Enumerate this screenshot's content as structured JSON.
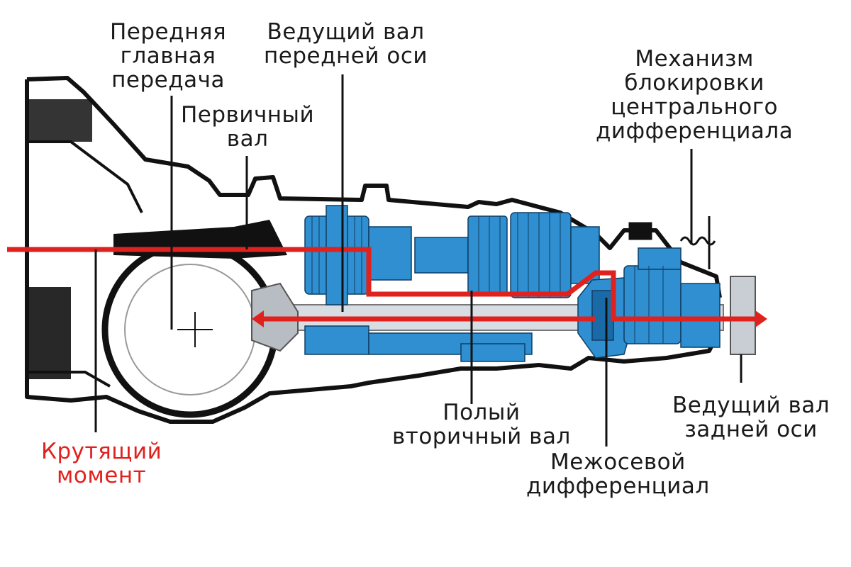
{
  "labels": {
    "front_final_drive": [
      "Передняя",
      "главная",
      "передача"
    ],
    "front_axle_shaft": [
      "Ведущий вал",
      "передней оси"
    ],
    "primary_shaft": [
      "Первичный",
      "вал"
    ],
    "center_diff_lock": [
      "Механизм",
      "блокировки",
      "центрального",
      "дифференциала"
    ],
    "hollow_output_shaft": [
      "Полый",
      "вторичный вал"
    ],
    "rear_axle_shaft": [
      "Ведущий вал",
      "задней оси"
    ],
    "interaxle_diff": [
      "Межосевой",
      "дифференциал"
    ],
    "torque": [
      "Крутящий",
      "момент"
    ]
  },
  "colors": {
    "torque_flow": "#e0221e",
    "gears": "#2f8fd0",
    "casing": "#111111",
    "shaft": "#d8dde3"
  }
}
